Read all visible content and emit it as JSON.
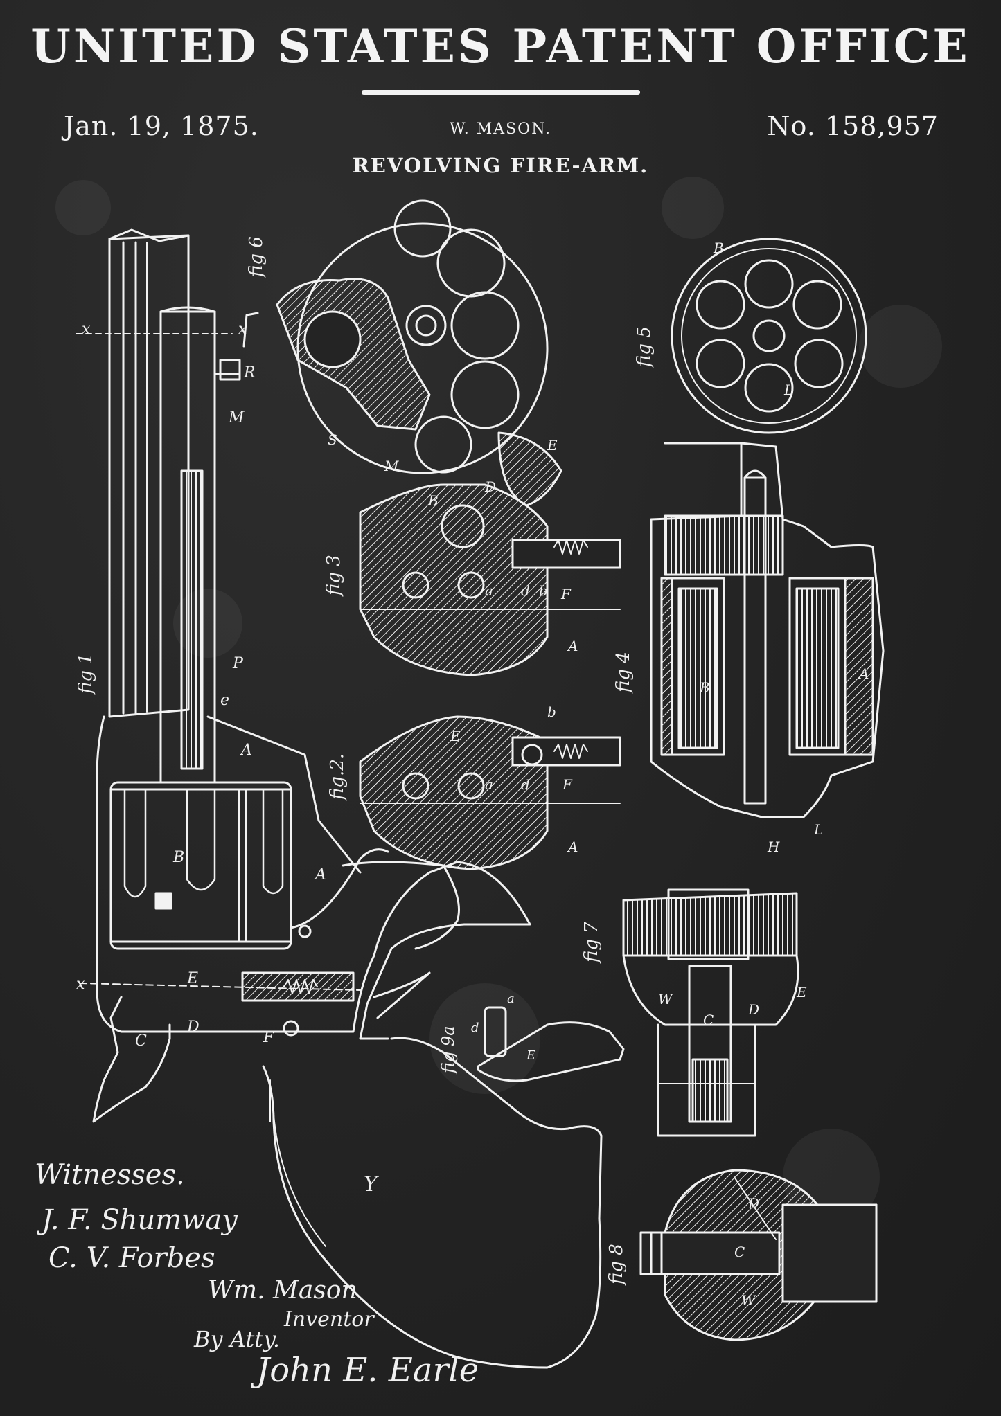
{
  "header": {
    "title": "UNITED STATES PATENT OFFICE",
    "date": "Jan. 19, 1875.",
    "inventor": "W. MASON.",
    "patent_number": "No. 158,957",
    "subtitle": "REVOLVING FIRE-ARM."
  },
  "figures": {
    "fig1": "fig 1",
    "fig2": "fig.2.",
    "fig3": "fig 3",
    "fig4": "fig 4",
    "fig5": "fig 5",
    "fig6": "fig 6",
    "fig7": "fig 7",
    "fig8": "fig 8",
    "fig9a": "fig 9a"
  },
  "signatures": {
    "witnesses": "Witnesses.",
    "witness1": "J. F. Shumway",
    "witness2": "C. V. Forbes",
    "inventor_name": "Wm. Mason",
    "inventor_role": "Inventor",
    "by_atty": "By Atty.",
    "attorney": "John E. Earle"
  },
  "colors": {
    "background": "#242424",
    "chalk": "#f2f2f2"
  }
}
